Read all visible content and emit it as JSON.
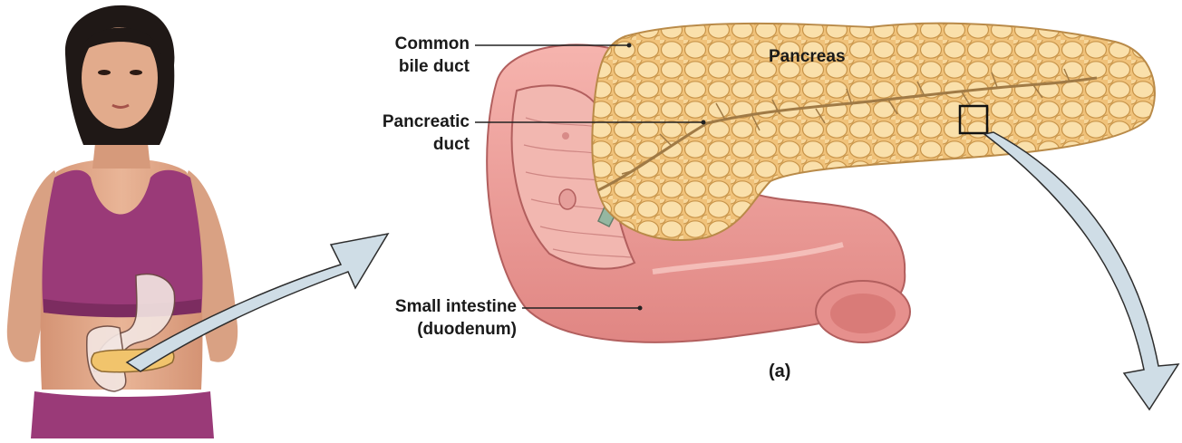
{
  "labels": {
    "common_bile_duct": [
      "Common",
      "bile duct"
    ],
    "pancreatic_duct": [
      "Pancreatic",
      "duct"
    ],
    "small_intestine": [
      "Small intestine",
      "(duodenum)"
    ],
    "pancreas": "Pancreas",
    "figure_label": "(a)"
  },
  "colors": {
    "skin": "#e2a889",
    "top": "#9c3b7a",
    "pancreas": "#f0c178",
    "pancreas_light": "#f7dca6",
    "intestine": "#ef9c98",
    "intestine_dark": "#c86d6c",
    "arrow_fill": "#cfdde6",
    "bile_duct": "#7fae94"
  }
}
